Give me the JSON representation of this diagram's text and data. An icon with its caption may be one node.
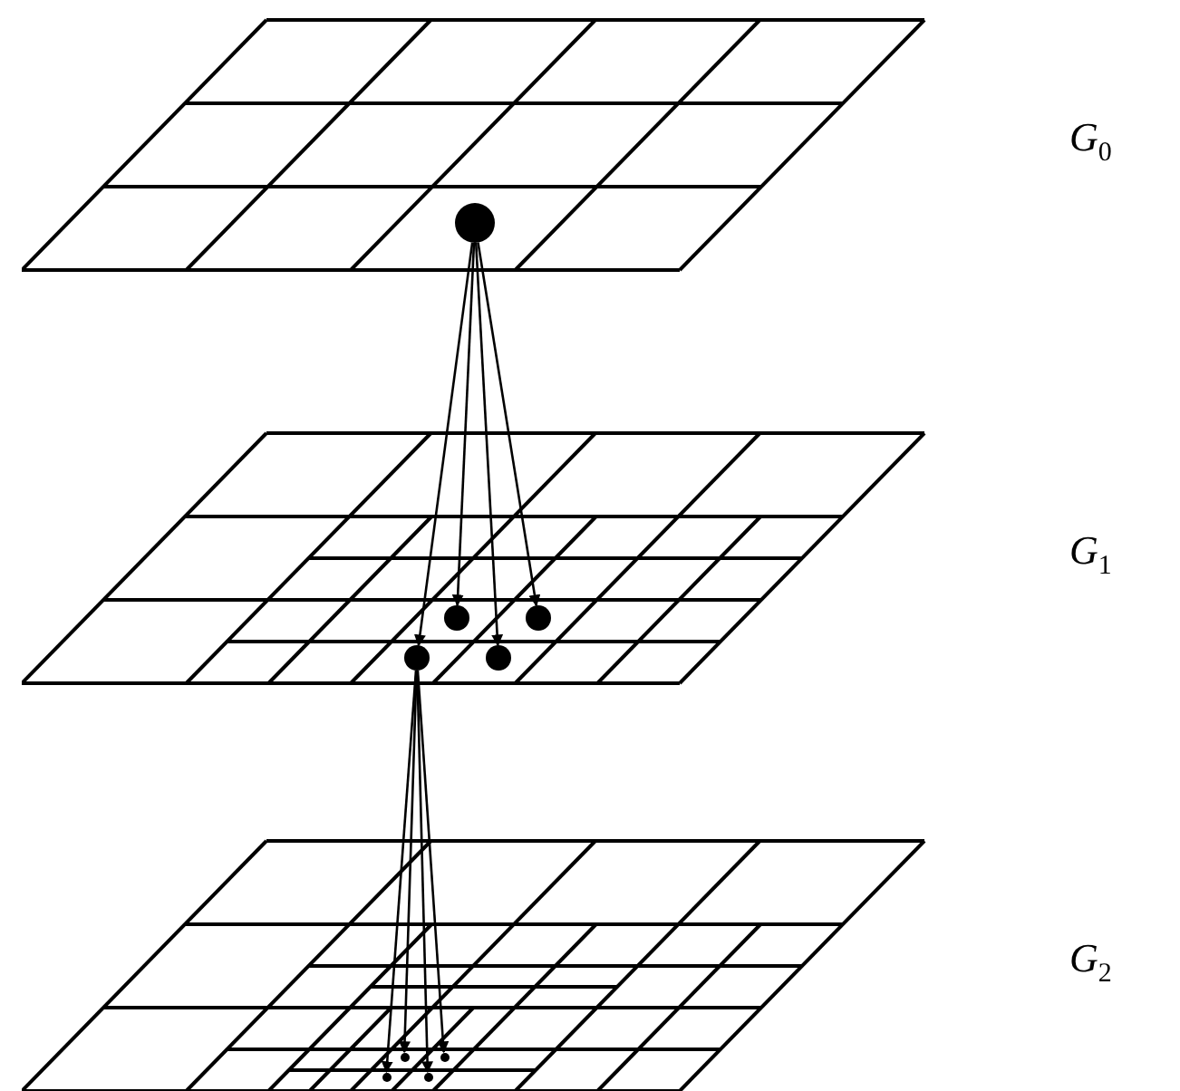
{
  "diagram": {
    "nodes": [
      {
        "text": [],
        "shape": "grid",
        "beside": [
          "G$_{0}$"
        ]
      },
      {
        "text": [],
        "shape": "circle",
        "in": 0
      },
      {
        "text": [],
        "shape": "grid",
        "beside": [
          "G$_{1}$"
        ]
      },
      {
        "text": [],
        "shape": "circle",
        "in": 2
      },
      {
        "text": [],
        "shape": "circle",
        "in": 2
      },
      {
        "text": [],
        "shape": "circle",
        "in": 2
      },
      {
        "text": [],
        "shape": "circle",
        "in": 2
      },
      {
        "text": [],
        "shape": "grid",
        "beside": [
          "G$_{2}$"
        ]
      },
      {
        "text": [],
        "shape": "circle",
        "in": 7
      },
      {
        "text": [],
        "shape": "circle",
        "in": 7
      },
      {
        "text": [],
        "shape": "circle",
        "in": 7
      },
      {
        "text": [],
        "shape": "circle",
        "in": 7
      }
    ],
    "edges": [
      {
        "from": 1,
        "to": 3,
        "arrow": "to"
      },
      {
        "from": 1,
        "to": 4,
        "arrow": "to"
      },
      {
        "from": 1,
        "to": 5,
        "arrow": "to"
      },
      {
        "from": 1,
        "to": 6,
        "arrow": "to"
      },
      {
        "from": 5,
        "to": 8,
        "arrow": "to"
      },
      {
        "from": 5,
        "to": 9,
        "arrow": "to"
      },
      {
        "from": 5,
        "to": 10,
        "arrow": "to"
      },
      {
        "from": 5,
        "to": 11,
        "arrow": "to"
      }
    ]
  }
}
